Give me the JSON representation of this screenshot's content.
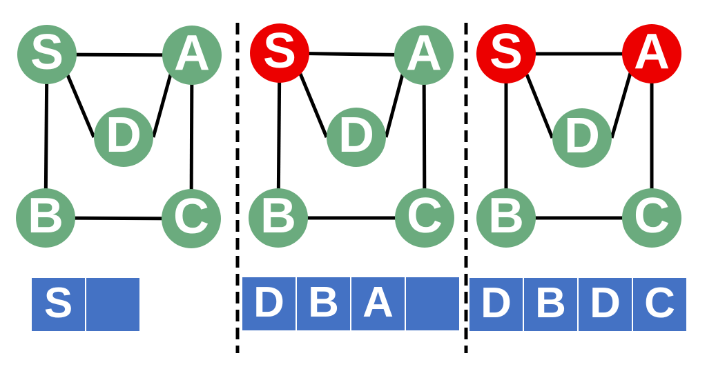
{
  "figure": "Graph traversal (BFS) shown in three steps, each with a node graph and the queue state below",
  "colors": {
    "node_unvisited": "#6BAB7E",
    "node_visited": "#EC0000",
    "queue_cell": "#4472C4",
    "edge": "#000000",
    "divider": "#000000",
    "label_text": "#FFFFFF"
  },
  "graph": {
    "nodes": [
      "S",
      "A",
      "D",
      "B",
      "C"
    ],
    "edges": [
      [
        "S",
        "A"
      ],
      [
        "S",
        "D"
      ],
      [
        "A",
        "D"
      ],
      [
        "S",
        "B"
      ],
      [
        "A",
        "C"
      ],
      [
        "B",
        "C"
      ]
    ]
  },
  "panels": [
    {
      "nodes": [
        {
          "label": "S",
          "state": "unvisited"
        },
        {
          "label": "A",
          "state": "unvisited"
        },
        {
          "label": "D",
          "state": "unvisited"
        },
        {
          "label": "B",
          "state": "unvisited"
        },
        {
          "label": "C",
          "state": "unvisited"
        }
      ],
      "queue": [
        "S",
        ""
      ]
    },
    {
      "nodes": [
        {
          "label": "S",
          "state": "visited"
        },
        {
          "label": "A",
          "state": "unvisited"
        },
        {
          "label": "D",
          "state": "unvisited"
        },
        {
          "label": "B",
          "state": "unvisited"
        },
        {
          "label": "C",
          "state": "unvisited"
        }
      ],
      "queue": [
        "D",
        "B",
        "A",
        ""
      ]
    },
    {
      "nodes": [
        {
          "label": "S",
          "state": "visited"
        },
        {
          "label": "A",
          "state": "visited"
        },
        {
          "label": "D",
          "state": "unvisited"
        },
        {
          "label": "B",
          "state": "unvisited"
        },
        {
          "label": "C",
          "state": "unvisited"
        }
      ],
      "queue": [
        "D",
        "B",
        "D",
        "C"
      ]
    }
  ]
}
